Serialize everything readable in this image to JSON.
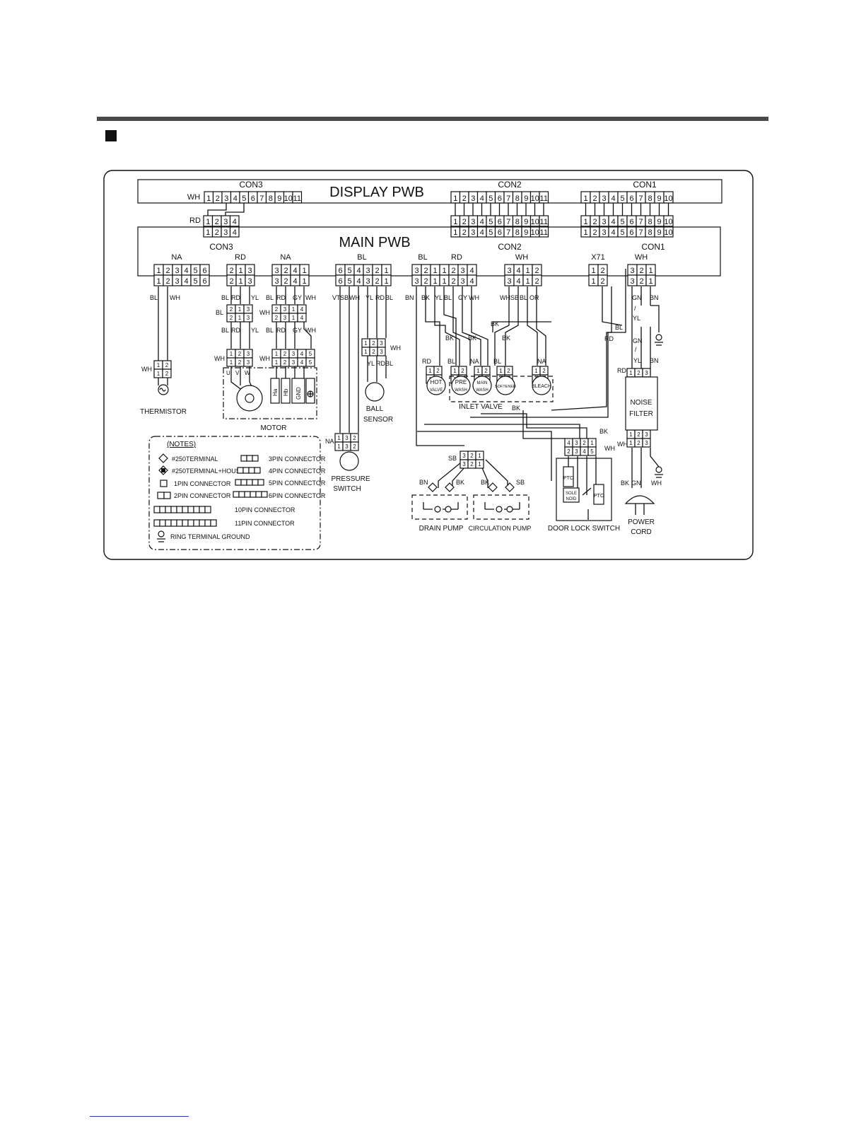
{
  "display_pwb": {
    "title": "DISPLAY PWB",
    "con3": {
      "label": "CON3",
      "wire": "WH",
      "pins": [
        "1",
        "2",
        "3",
        "4",
        "5",
        "6",
        "7",
        "8",
        "9",
        "10",
        "11"
      ]
    },
    "con2": {
      "label": "CON2",
      "pins": [
        "1",
        "2",
        "3",
        "4",
        "5",
        "6",
        "7",
        "8",
        "9",
        "10",
        "11"
      ]
    },
    "con1": {
      "label": "CON1",
      "pins": [
        "1",
        "2",
        "3",
        "4",
        "5",
        "6",
        "7",
        "8",
        "9",
        "10"
      ]
    }
  },
  "link_connector": {
    "wire": "RD",
    "pins": [
      "1",
      "2",
      "3",
      "4"
    ]
  },
  "main_pwb": {
    "title": "MAIN PWB",
    "con3_label": "CON3",
    "con2_label": "CON2",
    "con1_label": "CON1",
    "groups": [
      {
        "key": "na6",
        "label": "NA",
        "pins": [
          "1",
          "2",
          "3",
          "4",
          "5",
          "6"
        ]
      },
      {
        "key": "rd3",
        "label": "RD",
        "pins": [
          "2",
          "1",
          "3"
        ]
      },
      {
        "key": "na4",
        "label": "NA",
        "pins": [
          "3",
          "2",
          "4",
          "1"
        ]
      },
      {
        "key": "bl6",
        "label": "BL",
        "pins": [
          "6",
          "5",
          "4",
          "3",
          "2",
          "1"
        ]
      },
      {
        "key": "bl3",
        "label": "BL",
        "pins": [
          "3",
          "2",
          "1"
        ]
      },
      {
        "key": "rd4",
        "label": "RD",
        "pins": [
          "1",
          "2",
          "3",
          "4"
        ]
      },
      {
        "key": "wh4",
        "label": "WH",
        "pins": [
          "3",
          "4",
          "1",
          "2"
        ]
      },
      {
        "key": "x71",
        "label": "X71",
        "pins": [
          "1",
          "2"
        ]
      },
      {
        "key": "wh3",
        "label": "WH",
        "pins": [
          "3",
          "2",
          "1"
        ]
      }
    ]
  },
  "wire_labels": {
    "bl": "BL",
    "wh": "WH",
    "rd": "RD",
    "yl": "YL",
    "gy": "GY",
    "bk": "BK",
    "na": "NA",
    "bn": "BN",
    "sb": "SB",
    "vt": "VT",
    "or": "OR",
    "gn": "GN",
    "slash": "/",
    "gn_yl_1": "GN",
    "yl_1": "YL"
  },
  "motor_terms": {
    "u": "U",
    "v": "V",
    "w": "W",
    "ha": "Ha",
    "hb": "Hb",
    "gnd": "GND"
  },
  "components": {
    "thermistor": "THERMISTOR",
    "motor": "MOTOR",
    "ball_sensor_1": "BALL",
    "ball_sensor_2": "SENSOR",
    "pressure_switch_1": "PRESSURE",
    "pressure_switch_2": "SWITCH",
    "hot_valve_1": "HOT",
    "hot_valve_2": "VALVE",
    "pre_wash_1": "PRE",
    "pre_wash_2": "WASH",
    "main_wash_1": "MAIN",
    "main_wash_2": "WASH",
    "softener": "SOFTENER",
    "bleach": "BLEACH",
    "inlet_valve": "INLET VALVE",
    "noise_filter_1": "NOISE",
    "noise_filter_2": "FILTER",
    "drain_pump": "DRAIN PUMP",
    "circulation_pump": "CIRCULATION PUMP",
    "door_lock_switch": "DOOR LOCK SWITCH",
    "power_cord_1": "POWER",
    "power_cord_2": "CORD",
    "ptc": "PTC",
    "solenoid_1": "SOLE",
    "solenoid_2": "NOID"
  },
  "notes": {
    "title": "(NOTES)",
    "items": [
      "#250TERMINAL",
      "#250TERMINAL+HOUSING",
      "1PIN CONNECTOR",
      "2PIN CONNECTOR",
      "3PIN CONNECTOR",
      "4PIN CONNECTOR",
      "5PIN CONNECTOR",
      "6PIN CONNECTOR",
      "10PIN CONNECTOR",
      "11PIN CONNECTOR",
      "RING TERMINAL GROUND"
    ]
  }
}
